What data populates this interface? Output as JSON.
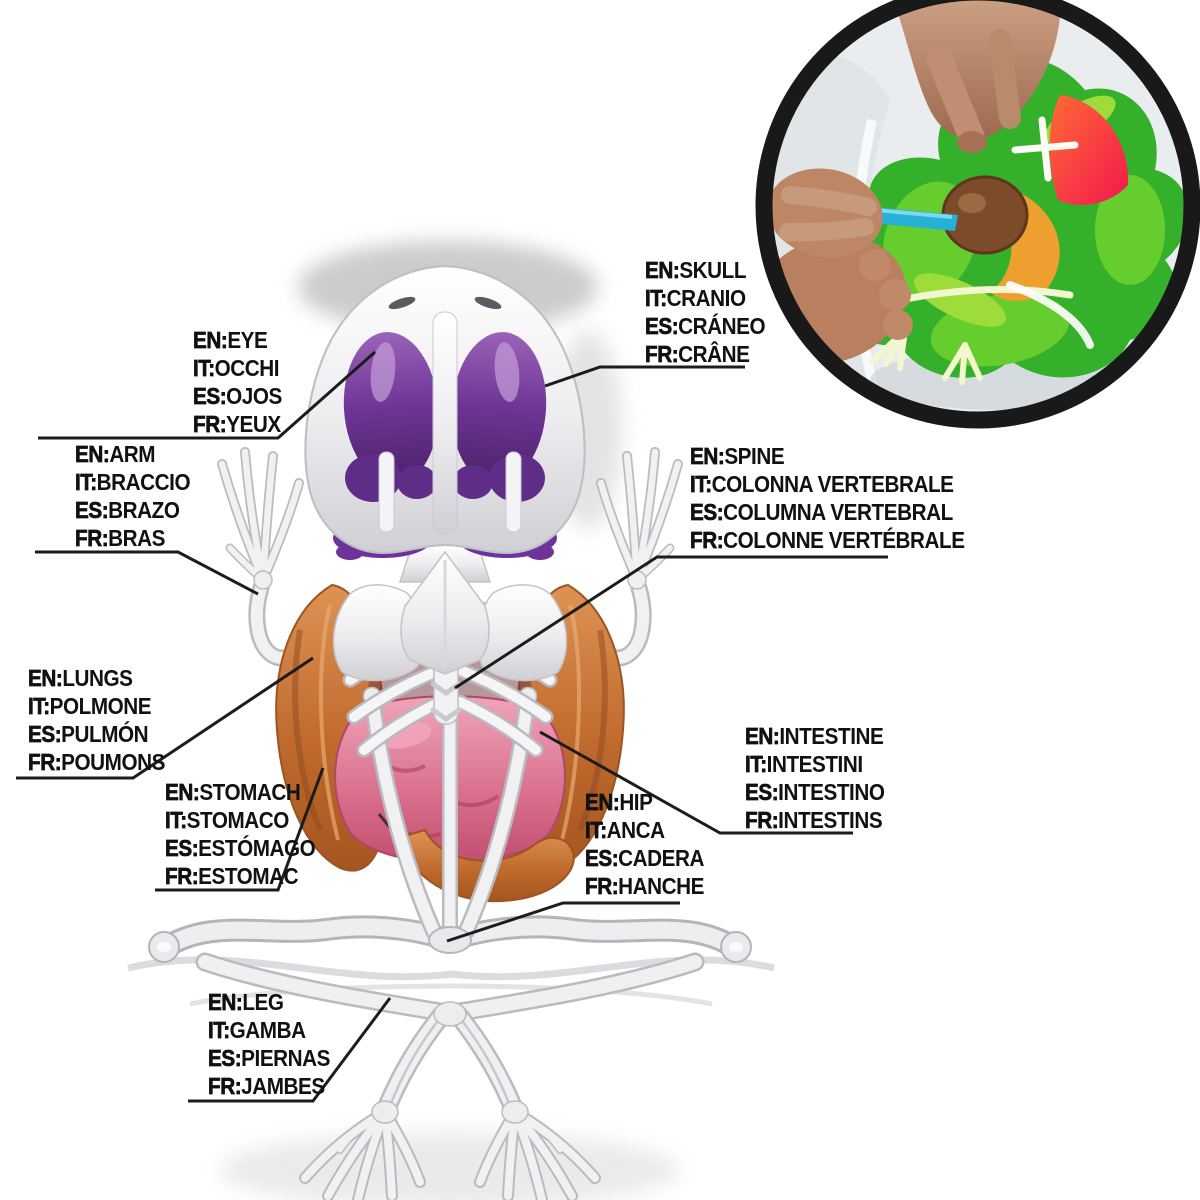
{
  "lang_prefixes": {
    "en": "EN:",
    "it": "IT:",
    "es": "ES:",
    "fr": "FR:"
  },
  "labels": {
    "eye": {
      "en": "EYE",
      "it": "OCCHI",
      "es": "OJOS",
      "fr": "YEUX"
    },
    "skull": {
      "en": "SKULL",
      "it": "CRANIO",
      "es": "CRÁNEO",
      "fr": "CRÂNE"
    },
    "arm": {
      "en": "ARM",
      "it": "BRACCIO",
      "es": "BRAZO",
      "fr": "BRAS"
    },
    "spine": {
      "en": "SPINE",
      "it": "COLONNA VERTEBRALE",
      "es": "COLUMNA VERTEBRAL",
      "fr": "COLONNE VERTÉBRALE"
    },
    "lungs": {
      "en": "LUNGS",
      "it": "POLMONE",
      "es": "PULMÓN",
      "fr": "POUMONS"
    },
    "stomach": {
      "en": "STOMACH",
      "it": "STOMACO",
      "es": "ESTÓMAGO",
      "fr": "ESTOMAC"
    },
    "intestine": {
      "en": "INTESTINE",
      "it": "INTESTINI",
      "es": "INTESTINO",
      "fr": "INTESTINS"
    },
    "hip": {
      "en": "HIP",
      "it": "ANCA",
      "es": "CADERA",
      "fr": "HANCHE"
    },
    "leg": {
      "en": "LEG",
      "it": "GAMBA",
      "es": "PIERNAS",
      "fr": "JAMBES"
    }
  },
  "colors": {
    "bone_silver": "#efeff2",
    "eye_purple": "#7b3f9d",
    "lung_orange": "#c06a2e",
    "stomach_pink": "#d86f8d",
    "leader_line": "#1c1c1c",
    "inset_ring": "#191919",
    "gel_green": "#35b02a",
    "organ_red": "#f2184e",
    "organ_orange_gel": "#eda02f",
    "tool_blue": "#25b2d6",
    "skin": "#c59a80"
  }
}
